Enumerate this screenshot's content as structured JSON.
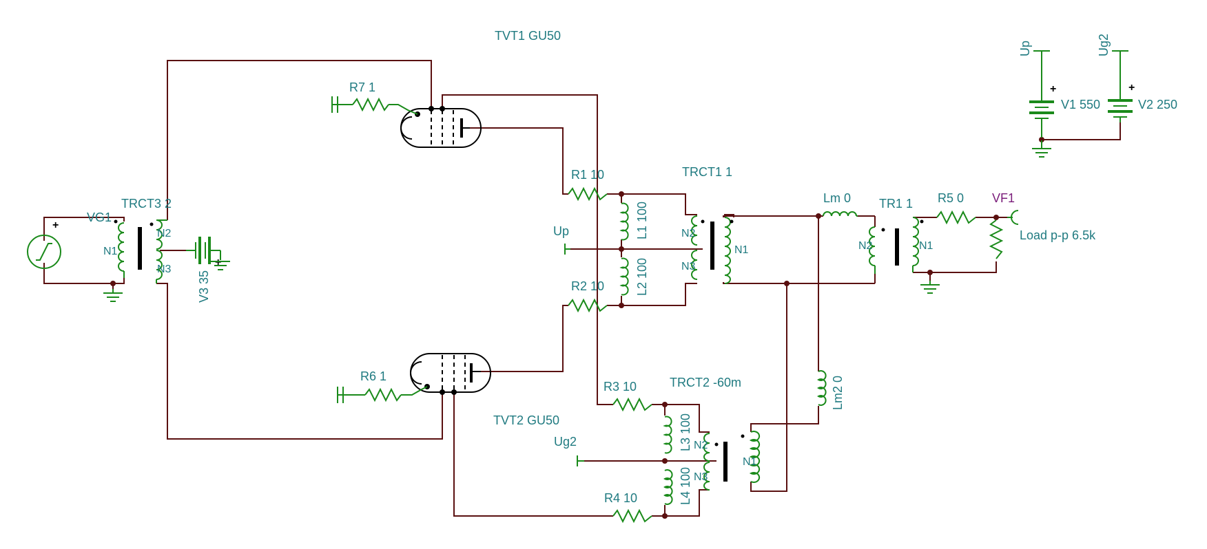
{
  "components": {
    "tvt1": "TVT1 GU50",
    "tvt2": "TVT2 GU50",
    "r7": "R7 1",
    "r6": "R6 1",
    "r1": "R1 10",
    "r2": "R2 10",
    "r3": "R3 10",
    "r4": "R4 10",
    "r5": "R5 0",
    "l1": "L1 100",
    "l2": "L2 100",
    "l3": "L3 100",
    "l4": "L4 100",
    "lm": "Lm 0",
    "lm2": "Lm2 0",
    "trct1": "TRCT1 1",
    "trct2": "TRCT2 -60m",
    "trct3": "TRCT3 2",
    "tr1": "TR1 1",
    "vg1": "VG1",
    "v1": "V1 550",
    "v2": "V2 250",
    "v3": "V3 35",
    "vf1": "VF1",
    "load": "Load p-p 6.5k"
  },
  "nets": {
    "up": "Up",
    "ug2": "Ug2"
  },
  "windings": {
    "n1": "N1",
    "n2": "N2",
    "n3": "N3"
  },
  "symbols": {
    "plus": "+"
  }
}
